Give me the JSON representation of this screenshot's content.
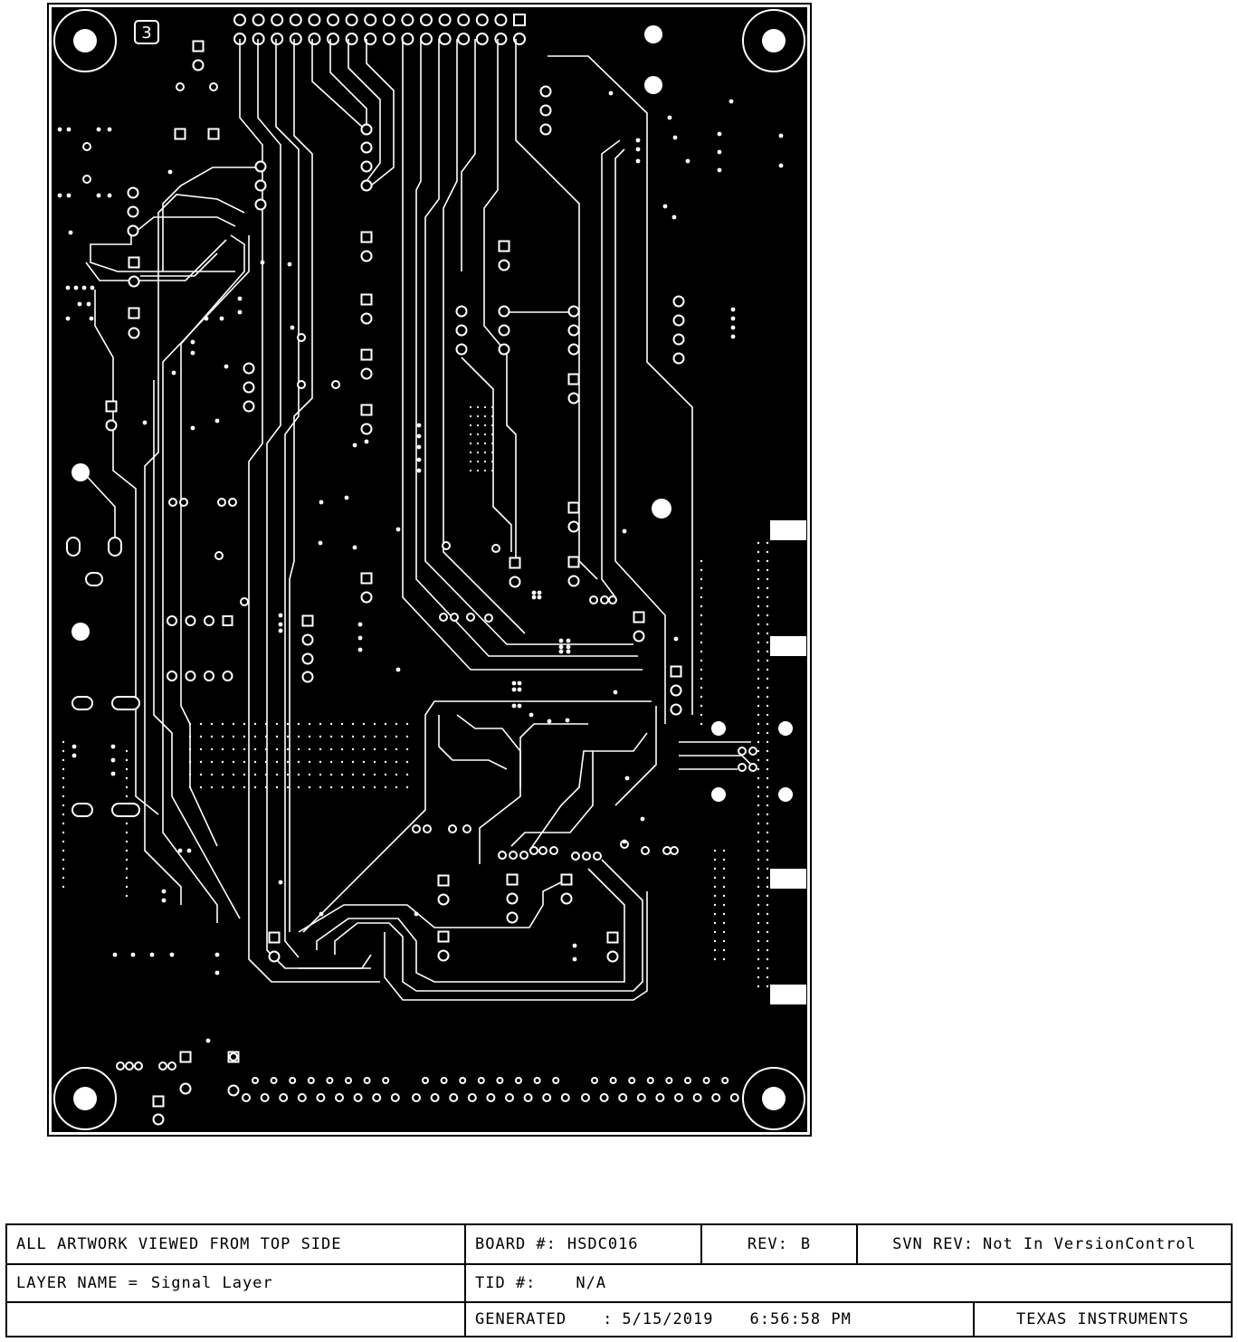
{
  "board_number_label": "3",
  "title_block": {
    "viewed_from": "ALL ARTWORK VIEWED FROM TOP SIDE",
    "layer_label": "LAYER NAME =",
    "layer_name": "Signal Layer",
    "board_label": "BOARD #:",
    "board_value": "HSDC016",
    "rev_label": "REV:",
    "rev_value": "B",
    "svn_label": "SVN REV:",
    "svn_value": "Not In VersionControl",
    "tid_label": "TID #:",
    "tid_value": "N/A",
    "generated_label": "GENERATED",
    "generated_sep": ":",
    "generated_date": "5/15/2019",
    "generated_time": "6:56:58 PM",
    "company": "TEXAS INSTRUMENTS"
  },
  "colors": {
    "board_fill": "#000000",
    "trace": "#ffffff",
    "paper": "#ffffff"
  }
}
